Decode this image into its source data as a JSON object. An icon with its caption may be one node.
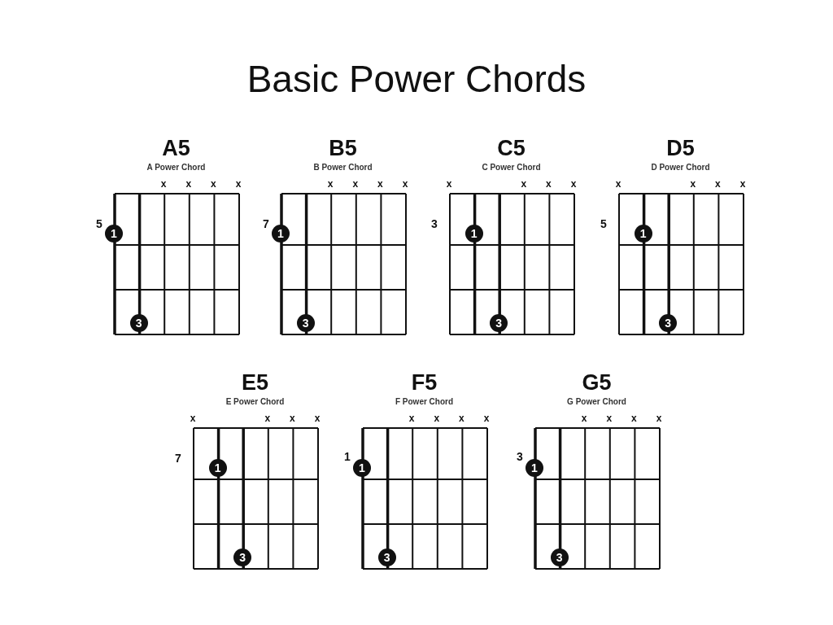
{
  "diagram": {
    "title": "Basic Power Chords",
    "nodes": [
      {
        "text": [
          "A5",
          "A Power Chord"
        ],
        "beside": [
          "5"
        ]
      },
      {
        "text": [
          "1"
        ],
        "in": 0
      },
      {
        "text": [
          "3"
        ],
        "in": 0
      },
      {
        "text": [
          "B5",
          "B Power Chord"
        ],
        "beside": [
          "7"
        ]
      },
      {
        "text": [
          "1"
        ],
        "in": 3
      },
      {
        "text": [
          "3"
        ],
        "in": 3
      },
      {
        "text": [
          "C5",
          "C Power Chord"
        ],
        "beside": [
          "3"
        ]
      },
      {
        "text": [
          "1"
        ],
        "in": 6
      },
      {
        "text": [
          "3"
        ],
        "in": 6
      },
      {
        "text": [
          "D5",
          "D Power Chord"
        ],
        "beside": [
          "5"
        ]
      },
      {
        "text": [
          "1"
        ],
        "in": 9
      },
      {
        "text": [
          "3"
        ],
        "in": 9
      },
      {
        "text": [
          "E5",
          "E Power Chord"
        ],
        "beside": [
          "7"
        ]
      },
      {
        "text": [
          "1"
        ],
        "in": 12
      },
      {
        "text": [
          "3"
        ],
        "in": 12
      },
      {
        "text": [
          "F5",
          "F Power Chord"
        ],
        "beside": [
          "1"
        ]
      },
      {
        "text": [
          "1"
        ],
        "in": 15
      },
      {
        "text": [
          "3"
        ],
        "in": 15
      },
      {
        "text": [
          "G5",
          "G Power Chord"
        ],
        "beside": [
          "3"
        ]
      },
      {
        "text": [
          "1"
        ],
        "in": 18
      },
      {
        "text": [
          "3"
        ],
        "in": 18
      }
    ],
    "edges": [],
    "labels": [
      "x",
      "x",
      "x",
      "x",
      "x",
      "x",
      "x",
      "x",
      "x",
      "x",
      "x",
      "x",
      "x",
      "x",
      "x",
      "x",
      "x",
      "x",
      "x",
      "x",
      "x",
      "x",
      "x",
      "x",
      "x",
      "x",
      "x",
      "x"
    ]
  }
}
